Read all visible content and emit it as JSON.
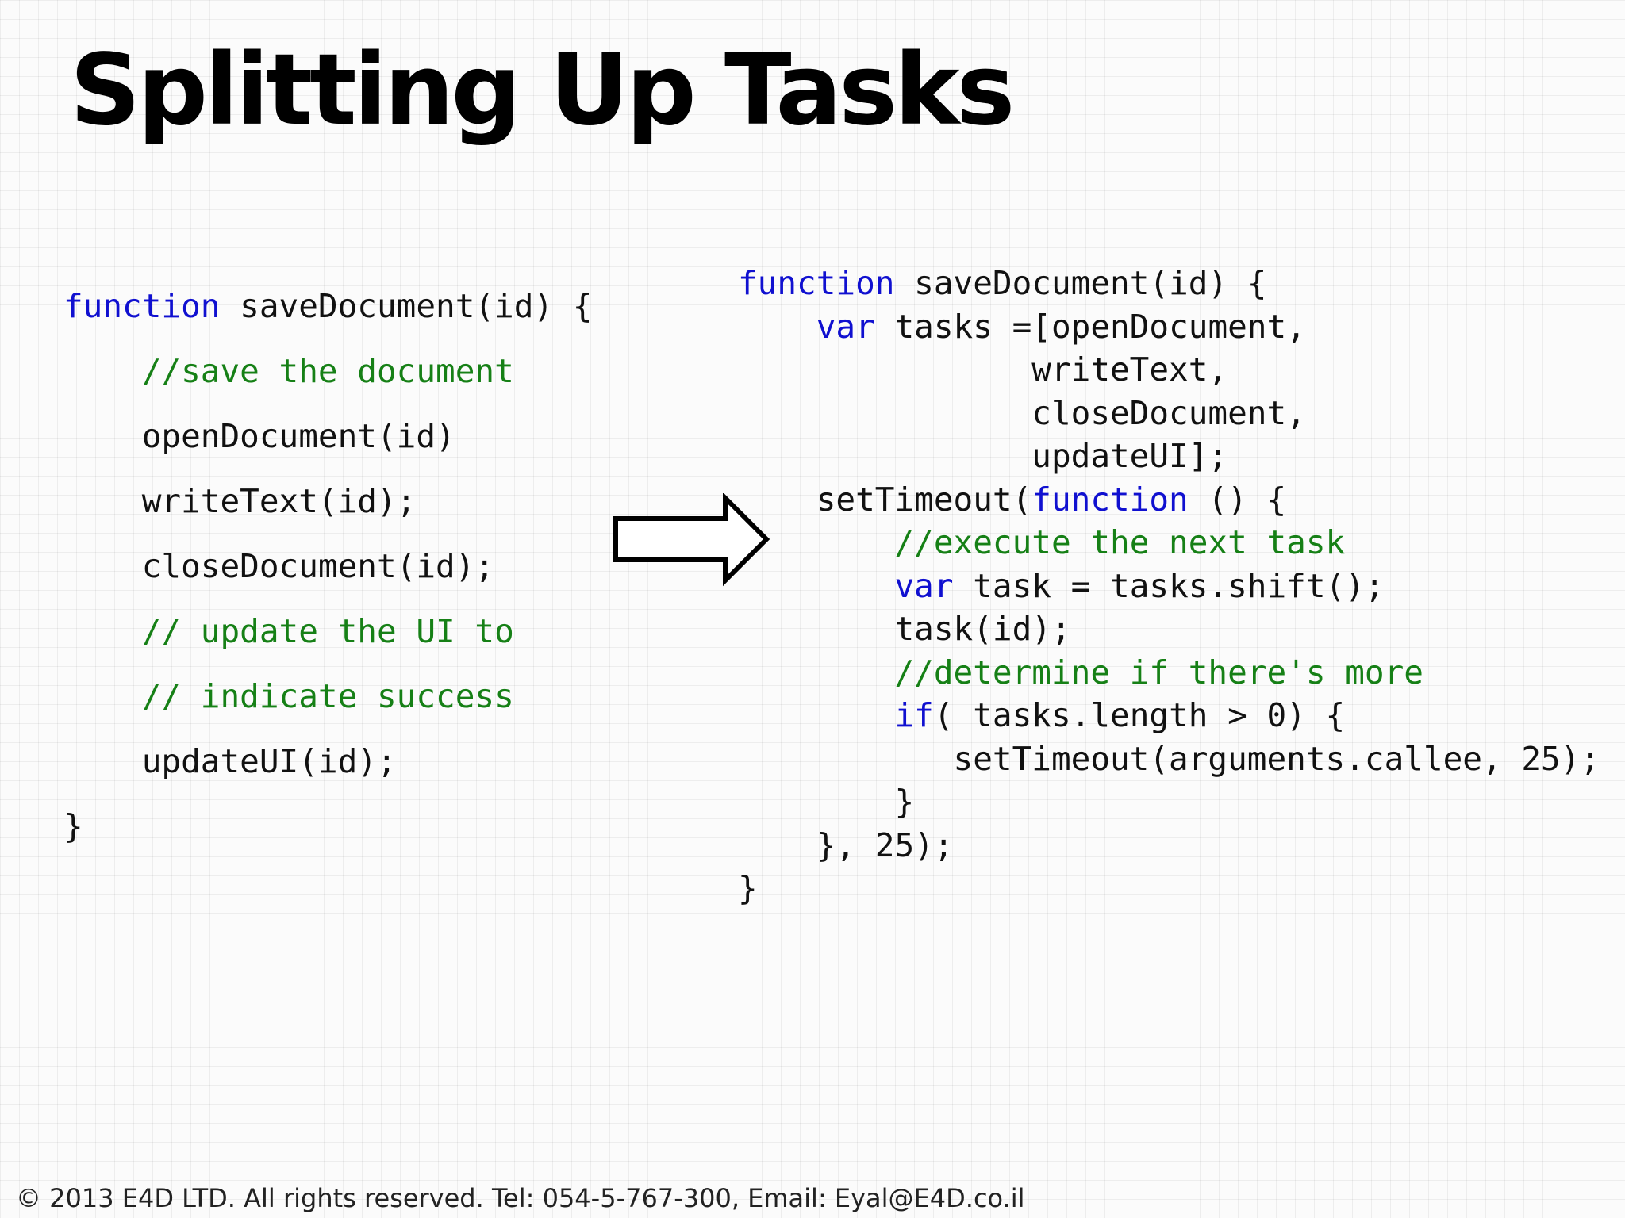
{
  "slide": {
    "title": "Splitting Up Tasks",
    "footer": "© 2013 E4D LTD. All rights reserved. Tel: 054-5-767-300, Email: Eyal@E4D.co.il"
  },
  "colors": {
    "keyword": "#1010d0",
    "comment": "#168016",
    "text": "#111111",
    "background": "#fbfbfb"
  },
  "icons": {
    "arrow": "right-arrow-outline"
  },
  "code_left": [
    [
      {
        "t": "function",
        "c": "kw"
      },
      {
        "t": " saveDocument(id) {",
        "c": "pl"
      }
    ],
    [
      {
        "t": "    ",
        "c": "pl"
      },
      {
        "t": "//save the document",
        "c": "cm"
      }
    ],
    [
      {
        "t": "    openDocument(id)",
        "c": "pl"
      }
    ],
    [
      {
        "t": "    writeText(id);",
        "c": "pl"
      }
    ],
    [
      {
        "t": "    closeDocument(id);",
        "c": "pl"
      }
    ],
    [
      {
        "t": "    ",
        "c": "pl"
      },
      {
        "t": "// update the UI to",
        "c": "cm"
      }
    ],
    [
      {
        "t": "    ",
        "c": "pl"
      },
      {
        "t": "// indicate success",
        "c": "cm"
      }
    ],
    [
      {
        "t": "    updateUI(id);",
        "c": "pl"
      }
    ],
    [
      {
        "t": "}",
        "c": "pl"
      }
    ]
  ],
  "code_right": [
    [
      {
        "t": "function",
        "c": "kw"
      },
      {
        "t": " saveDocument(id) {",
        "c": "pl"
      }
    ],
    [
      {
        "t": "    ",
        "c": "pl"
      },
      {
        "t": "var",
        "c": "kw"
      },
      {
        "t": " tasks =[openDocument,",
        "c": "pl"
      }
    ],
    [
      {
        "t": "               writeText,",
        "c": "pl"
      }
    ],
    [
      {
        "t": "               closeDocument,",
        "c": "pl"
      }
    ],
    [
      {
        "t": "               updateUI];",
        "c": "pl"
      }
    ],
    [
      {
        "t": "    setTimeout(",
        "c": "pl"
      },
      {
        "t": "function",
        "c": "kw"
      },
      {
        "t": " () {",
        "c": "pl"
      }
    ],
    [
      {
        "t": "        ",
        "c": "pl"
      },
      {
        "t": "//execute the next task",
        "c": "cm"
      }
    ],
    [
      {
        "t": "        ",
        "c": "pl"
      },
      {
        "t": "var",
        "c": "kw"
      },
      {
        "t": " task = tasks.shift();",
        "c": "pl"
      }
    ],
    [
      {
        "t": "        task(id);",
        "c": "pl"
      }
    ],
    [
      {
        "t": "        ",
        "c": "pl"
      },
      {
        "t": "//determine if there's more",
        "c": "cm"
      }
    ],
    [
      {
        "t": "        ",
        "c": "pl"
      },
      {
        "t": "if",
        "c": "kw"
      },
      {
        "t": "( tasks.length > 0) {",
        "c": "pl"
      }
    ],
    [
      {
        "t": "           setTimeout(arguments.callee, 25);",
        "c": "pl"
      }
    ],
    [
      {
        "t": "        }",
        "c": "pl"
      }
    ],
    [
      {
        "t": "    }, 25);",
        "c": "pl"
      }
    ],
    [
      {
        "t": "}",
        "c": "pl"
      }
    ]
  ]
}
